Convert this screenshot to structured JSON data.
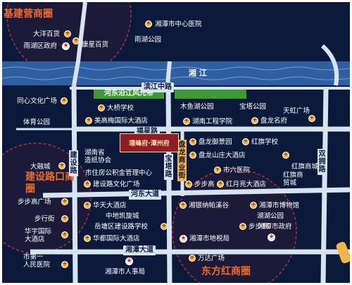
{
  "districts": {
    "jijianying": "基建营商圈",
    "jianshelu": "建设路口商圈",
    "dongfanghong": "东方红商圈"
  },
  "river": "湘 江",
  "green_belt": "河东沿江风光带",
  "roads": {
    "binjiang": "滨江中路",
    "fucheng": "福星路",
    "hedong": "河东大道",
    "xiangtan": "湘潭大道",
    "jianshe": "建设路",
    "baota": "宝塔路",
    "panlong": "盘龙商业街",
    "shuangyong": "双拥路"
  },
  "project": "璟峰府·潭州府",
  "pois": {
    "dayang": "大洋百货",
    "yuhu_gov": "雨湖区政府",
    "kangxing": "康星百货",
    "central_hospital": "湘潭市中心医院",
    "yuhu_park": "雨湖公园",
    "tongxin": "同心文化广场",
    "tiyu": "体育公园",
    "daqiao": "大桥学校",
    "meigaomei": "美高梅国际大酒店",
    "muyuhu": "木鱼湖公园",
    "baota_park": "宝塔公园",
    "tianhong": "天虹广场",
    "hunan_eng": "湖南工程学院",
    "panlong_store": "盘龙名府",
    "daronghua": "大融城",
    "hunan_zaozhi": "湖南省\n造纸协会",
    "panlong_yujing": "盘龙御景园",
    "hongqi_school": "红旗学校",
    "panlong_hotel": "盘龙山庄大酒店",
    "hongqi_mall": "红旗商城",
    "hongqi_maoyi": "红旗商\n贸城",
    "housing_fund": "市住房公积金管理中心",
    "sixth_hospital": "市六医院",
    "jianshe_plaza": "建设路文化广场",
    "bubugao1": "步步高",
    "hongyueliang": "红月亮大酒店",
    "bubugao_plaza": "步步高广场",
    "huatian": "华天大酒店",
    "gelunna": "湘银纳帕溪谷",
    "museum": "湘潭市博物馆",
    "buxing": "步行街",
    "zhongdi": "中地凯旋城",
    "huhu_park": "湖湖公园",
    "huayu": "华宇国际\n大酒店",
    "yuetang_school": "岳塘区建设路学校",
    "bubugao2": "步步高",
    "city_gov": "湘潭市政府",
    "huadu": "华都国际大酒店",
    "tax": "湘潭市地税局",
    "first_hospital": "市第一\n人民医院",
    "wanda": "万达广场",
    "hr": "湘潭市人事局"
  }
}
